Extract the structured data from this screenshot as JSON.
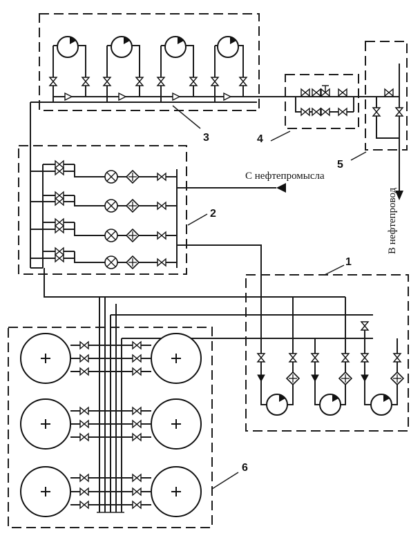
{
  "labels": {
    "source": "С нефтепромысла",
    "destination": "В нефтепровод",
    "n1": "1",
    "n2": "2",
    "n3": "3",
    "n4": "4",
    "n5": "5",
    "n6": "6"
  }
}
